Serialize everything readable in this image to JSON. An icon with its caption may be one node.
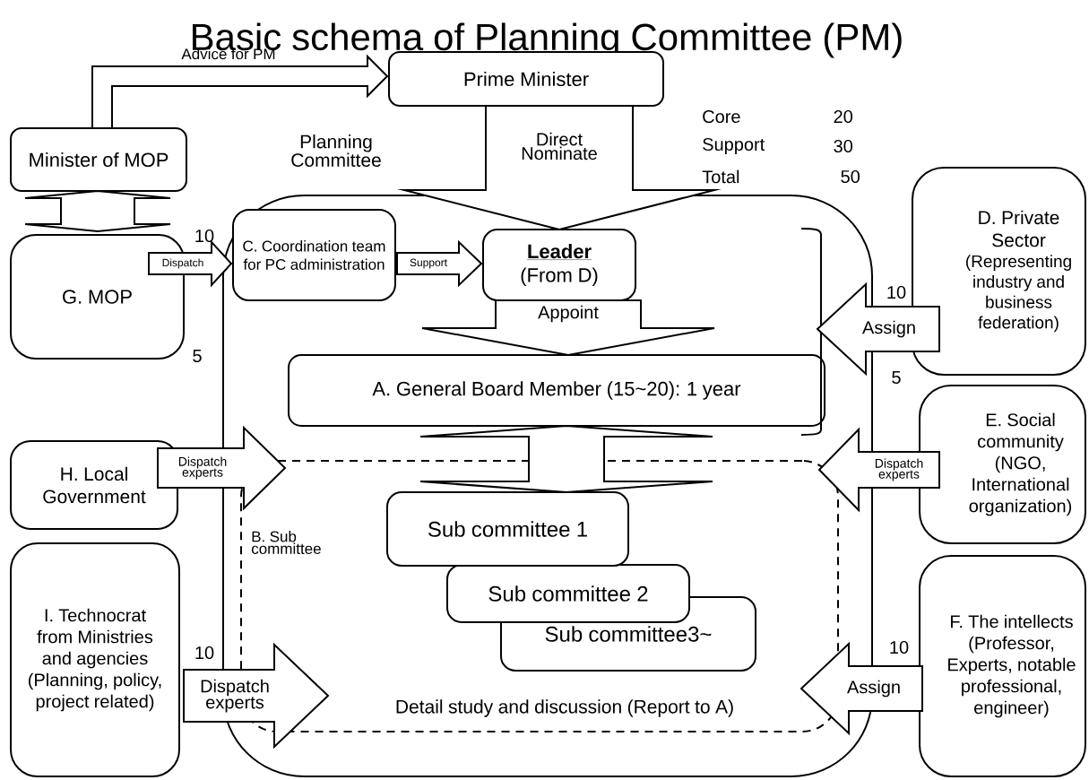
{
  "diagram": {
    "title": "Basic schema of Planning Committee (PM)",
    "nodes": [
      {
        "text": [
          "Prime Minister"
        ]
      },
      {
        "text": [
          "Minister of MOP"
        ]
      },
      {
        "text": [
          "Planning Committee"
        ]
      },
      {
        "text": [
          "C. Coordination team for PC administration"
        ],
        "in": 2
      },
      {
        "text": [
          "Leader",
          "(From D)"
        ],
        "in": 2
      },
      {
        "text": [
          "A. General Board Member (15~20): 1 year"
        ],
        "in": 2
      },
      {
        "text": [
          "B. Sub committee",
          "Detail study and discussion (Report to A)"
        ],
        "in": 2
      },
      {
        "text": [
          "Sub committee 1"
        ],
        "in": 6
      },
      {
        "text": [
          "Sub committee 2"
        ],
        "in": 6
      },
      {
        "text": [
          "Sub committee3~"
        ],
        "in": 6
      },
      {
        "text": [
          "G. MOP"
        ]
      },
      {
        "text": [
          "H. Local Government"
        ]
      },
      {
        "text": [
          "I. Technocrat from Ministries and agencies",
          "(Planning, policy, project related)"
        ]
      },
      {
        "text": [
          "D. Private Sector",
          "(Representing industry and business federation)"
        ]
      },
      {
        "text": [
          "E. Social community",
          "(NGO, International organization)"
        ]
      },
      {
        "text": [
          "F. The intellects",
          "(Professor, Experts, notable professional, engineer)"
        ]
      }
    ],
    "edges": [
      {
        "from": 1,
        "to": 0,
        "arrow": "to",
        "label": "Advice for PM"
      },
      {
        "from": 1,
        "to": 10,
        "arrow": "both"
      },
      {
        "from": 0,
        "to": 4,
        "arrow": "to",
        "label": "Direct Nominate"
      },
      {
        "from": 10,
        "to": 3,
        "arrow": "to",
        "label": "Dispatch"
      },
      {
        "from": 3,
        "to": 4,
        "arrow": "to",
        "label": "Support"
      },
      {
        "from": 4,
        "to": 5,
        "arrow": "to",
        "label": "Appoint"
      },
      {
        "from": 5,
        "to": 7,
        "arrow": "both"
      },
      {
        "from": 13,
        "to": 5,
        "arrow": "to",
        "label": "Assign"
      },
      {
        "from": 11,
        "to": 6,
        "arrow": "to",
        "label": "Dispatch experts"
      },
      {
        "from": 14,
        "to": 6,
        "arrow": "to",
        "label": "Dispatch experts"
      },
      {
        "from": 12,
        "to": 6,
        "arrow": "to",
        "label": "Dispatch experts"
      },
      {
        "from": 15,
        "to": 6,
        "arrow": "to",
        "label": "Assign"
      }
    ],
    "labels": [
      "Core",
      "20",
      "Support",
      "30",
      "Total",
      "50",
      "10",
      "10",
      "5",
      "5",
      "10",
      "10"
    ]
  }
}
